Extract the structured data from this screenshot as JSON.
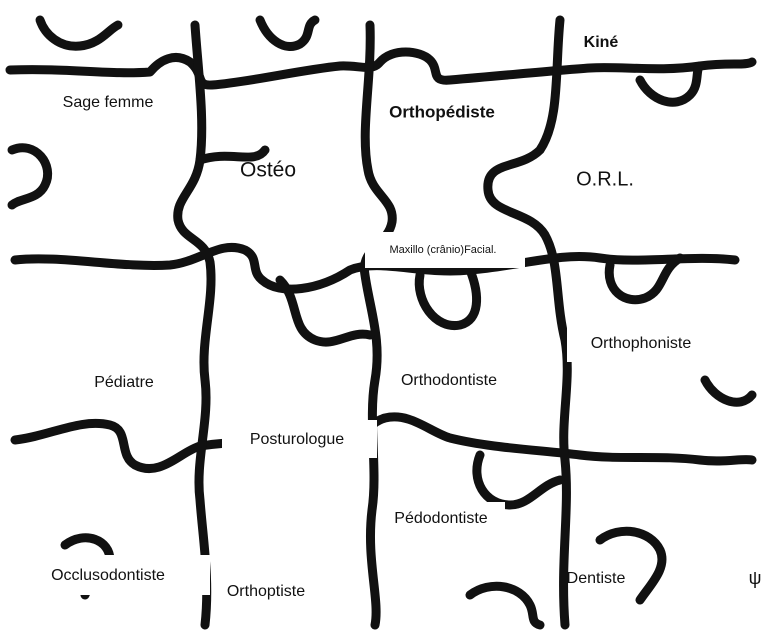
{
  "pieces": [
    {
      "id": "sage-femme",
      "label": "Sage femme"
    },
    {
      "id": "osteo",
      "label": "Ostéo"
    },
    {
      "id": "orthopediste",
      "label": "Orthopédiste"
    },
    {
      "id": "kine",
      "label": "Kiné"
    },
    {
      "id": "orl",
      "label": "O.R.L."
    },
    {
      "id": "maxillo",
      "label": "Maxillo (crânio)Facial."
    },
    {
      "id": "orthophoniste",
      "label": "Orthophoniste"
    },
    {
      "id": "pediatre",
      "label": "Pédiatre"
    },
    {
      "id": "orthodontiste",
      "label": "Orthodontiste"
    },
    {
      "id": "posturologue",
      "label": "Posturologue"
    },
    {
      "id": "pedodontiste",
      "label": "Pédodontiste"
    },
    {
      "id": "occlusodontiste",
      "label": "Occlusodontiste"
    },
    {
      "id": "orthoptiste",
      "label": "Orthoptiste"
    },
    {
      "id": "dentiste",
      "label": "Dentiste"
    },
    {
      "id": "mark",
      "label": "ψ"
    }
  ],
  "colors": {
    "stroke": "#111111",
    "background": "#ffffff"
  }
}
